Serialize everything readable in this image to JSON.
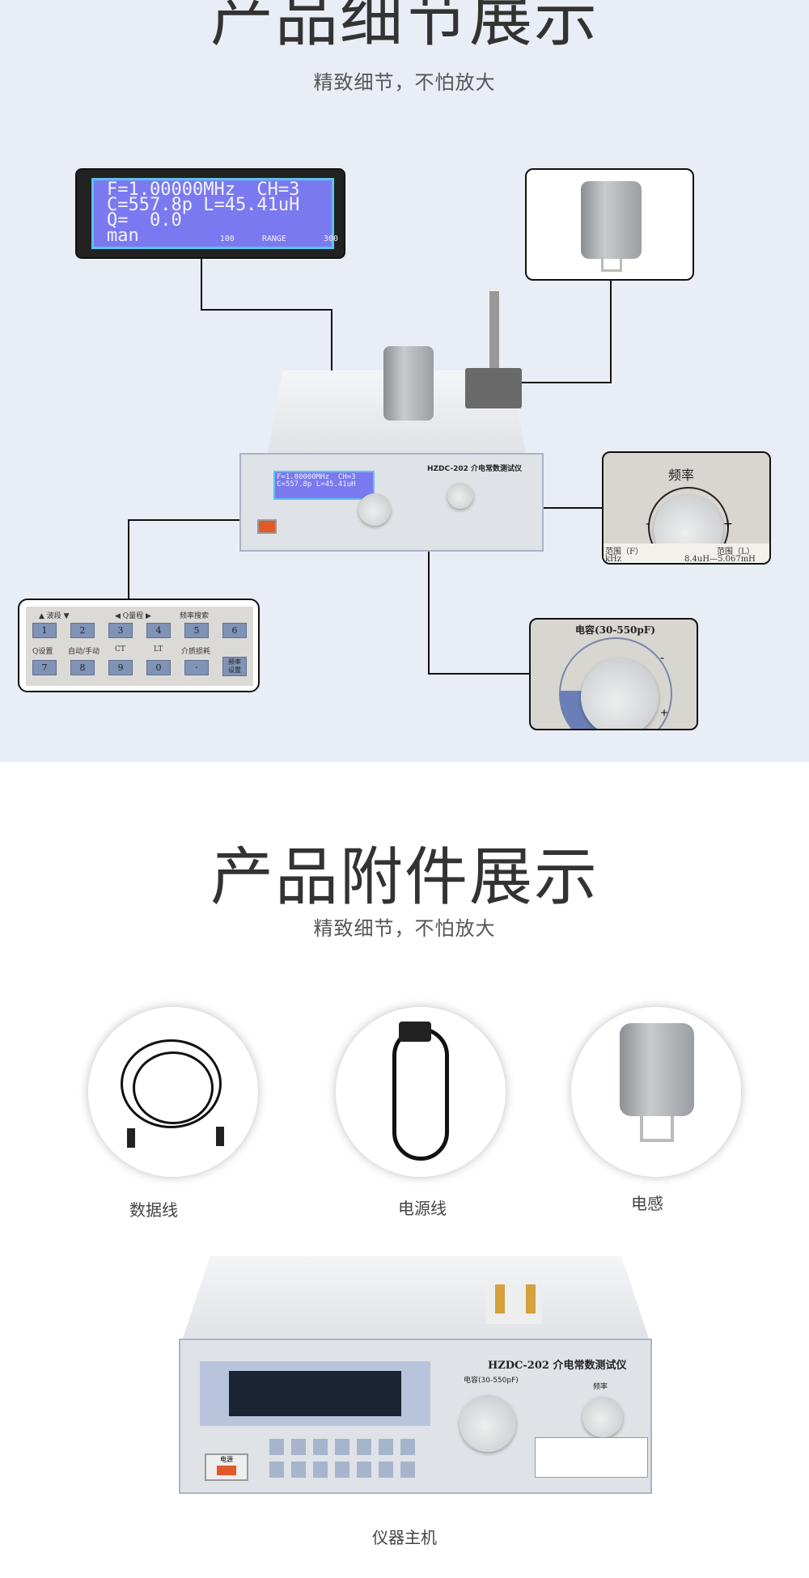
{
  "detail_section": {
    "title": "产品细节展示",
    "subtitle": "精致细节，不怕放大",
    "lcd": {
      "line1": "F=1.00000MHz  CH=3",
      "line2": "C=557.8p L=45.41uH",
      "line3": "Q=  0.0",
      "mode": "man",
      "range_low": "100",
      "range_label": "RANGE",
      "range_high": "300"
    },
    "instrument_model": "HZDC-202 介电常数测试仪",
    "keypad": {
      "labels_row1": [
        "波段",
        "Q量程",
        "频率搜索"
      ],
      "keys_row1": [
        "1",
        "2",
        "3",
        "4",
        "5",
        "6"
      ],
      "labels_row2": [
        "Q设置",
        "自动/手动",
        "CT",
        "LT",
        "介质损耗"
      ],
      "keys_row2": [
        "7",
        "8",
        "9",
        "0",
        "·",
        "频率设置"
      ]
    },
    "freq_knob": {
      "label": "频率",
      "minus": "-",
      "plus": "+",
      "range_f": "范围（F）",
      "range_l": "范围（L）",
      "unit": "kHz",
      "value_l": "8.4uH—5.067mH"
    },
    "cap_knob": {
      "label": "电容(30-550pF)",
      "minus": "-",
      "plus": "+"
    }
  },
  "accessory_section": {
    "title": "产品附件展示",
    "subtitle": "精致细节，不怕放大",
    "items": [
      {
        "label": "数据线"
      },
      {
        "label": "电源线"
      },
      {
        "label": "电感"
      }
    ],
    "main_unit": {
      "label": "仪器主机",
      "model": "HZDC-202 介电常数测试仪",
      "cap_label": "电容(30-550pF)",
      "freq_label": "频率",
      "power_label": "电源"
    }
  }
}
